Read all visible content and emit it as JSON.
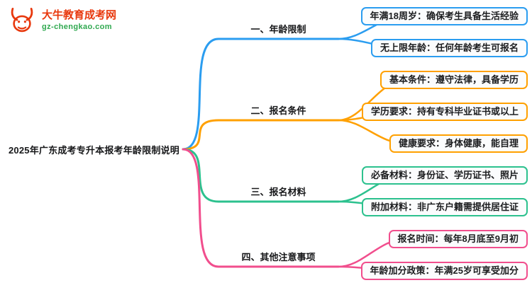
{
  "logo": {
    "name": "大牛教育成考网",
    "domain": "gz-chengkao.com",
    "brand_red": "#e8380d",
    "brand_green": "#2fa84f"
  },
  "root": {
    "label": "2025年广东成考专升本报考年龄限制说明"
  },
  "branches": [
    {
      "label": "一、年龄限制",
      "color": "#2b9df0",
      "children": [
        "年满18周岁：确保考生具备生活经验",
        "无上限年龄：任何年龄考生可报名"
      ]
    },
    {
      "label": "二、报名条件",
      "color": "#ffa000",
      "children": [
        "基本条件：遵守法律，具备学历",
        "学历要求：持有专科毕业证书或以上",
        "健康要求：身体健康，能自理"
      ]
    },
    {
      "label": "三、报名材料",
      "color": "#2cc18e",
      "children": [
        "必备材料：身份证、学历证书、照片",
        "附加材料：非广东户籍需提供居住证"
      ]
    },
    {
      "label": "四、其他注意事项",
      "color": "#f14e8d",
      "children": [
        "报名时间：每年8月底至9月初",
        "年龄加分政策：年满25岁可享受加分"
      ]
    }
  ]
}
